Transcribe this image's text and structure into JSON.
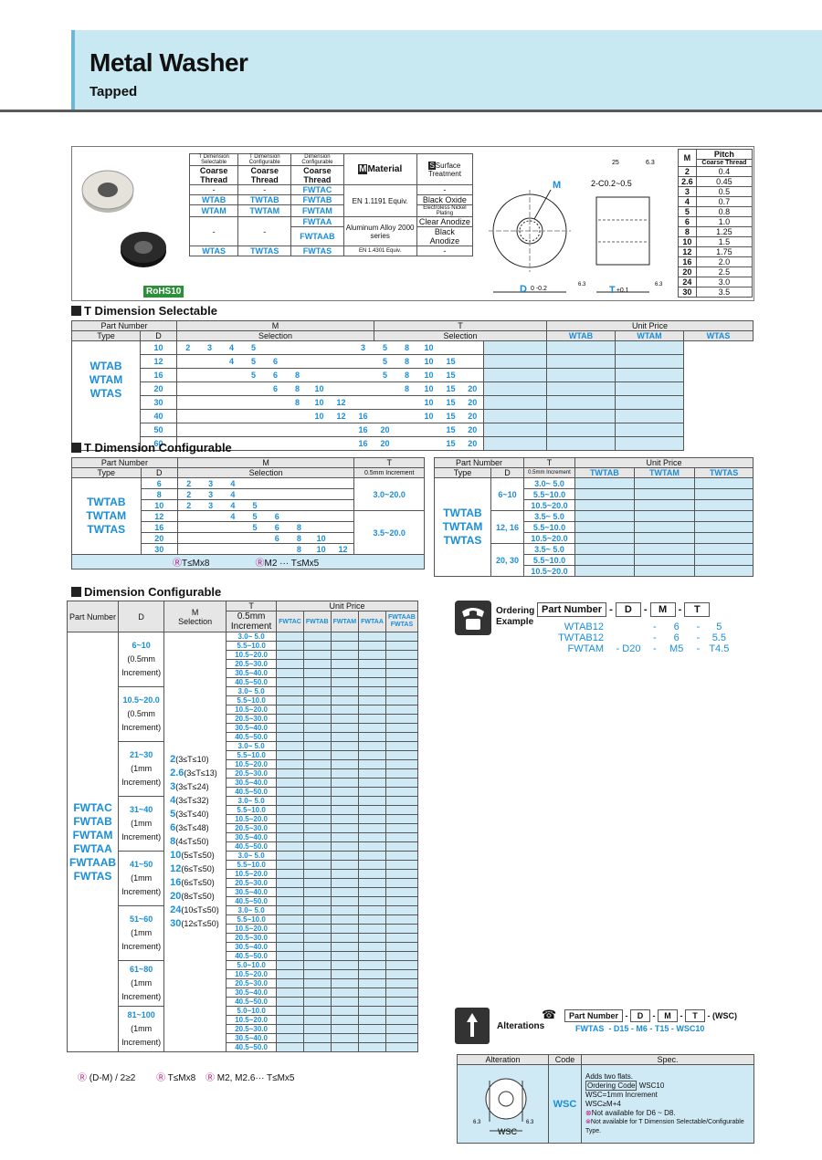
{
  "header": {
    "title": "Metal Washer",
    "subtitle": "Tapped"
  },
  "rohs": "RoHS10",
  "type_table": {
    "h1": [
      "T Dimension Selectable",
      "T Dimension Configurable",
      "Dimension Configurable"
    ],
    "h2": [
      "Coarse Thread",
      "Coarse Thread",
      "Coarse Thread"
    ],
    "m_label": "Material",
    "s_label": "Surface Treatment",
    "m_icon": "M",
    "s_icon": "S",
    "rows": [
      [
        "-",
        "-",
        "FWTAC",
        "EN 1.1191 Equiv.",
        "-"
      ],
      [
        "WTAB",
        "TWTAB",
        "FWTAB",
        "",
        "Black Oxide"
      ],
      [
        "WTAM",
        "TWTAM",
        "FWTAM",
        "",
        "Electroless Nickel Plating"
      ],
      [
        "-",
        "-",
        "FWTAA",
        "Aluminum Alloy 2000 series",
        "Clear Anodize"
      ],
      [
        "",
        "",
        "FWTAAB",
        "",
        "Black Anodize"
      ],
      [
        "WTAS",
        "TWTAS",
        "FWTAS",
        "EN 1.4301 Equiv.",
        "-"
      ]
    ]
  },
  "drawing": {
    "m": "M",
    "chamfer": "2-C0.2~0.5",
    "d": "D",
    "d_tol": "0 -0.2",
    "t": "T",
    "t_tol": "±0.1",
    "r1": "25",
    "r2": "6.3",
    "r3": "6.3",
    "r4": "6.3"
  },
  "pitch": {
    "h_m": "M",
    "h_pitch": "Pitch",
    "h_coarse": "Coarse Thread",
    "rows": [
      [
        "2",
        "0.4"
      ],
      [
        "2.6",
        "0.45"
      ],
      [
        "3",
        "0.5"
      ],
      [
        "4",
        "0.7"
      ],
      [
        "5",
        "0.8"
      ],
      [
        "6",
        "1.0"
      ],
      [
        "8",
        "1.25"
      ],
      [
        "10",
        "1.5"
      ],
      [
        "12",
        "1.75"
      ],
      [
        "16",
        "2.0"
      ],
      [
        "20",
        "2.5"
      ],
      [
        "24",
        "3.0"
      ],
      [
        "30",
        "3.5"
      ]
    ]
  },
  "sel": {
    "title": "T Dimension Selectable",
    "h_pn": "Part Number",
    "h_type": "Type",
    "h_d": "D",
    "h_m": "M",
    "h_msel": "Selection",
    "h_t": "T",
    "h_tsel": "Selection",
    "h_up": "Unit Price",
    "types": [
      "WTAB",
      "WTAM",
      "WTAS"
    ],
    "price_cols": [
      "WTAB",
      "WTAM",
      "WTAS"
    ],
    "rows": [
      [
        "10",
        "2",
        "3",
        "4",
        "5",
        "",
        "",
        "",
        "",
        "3",
        "5",
        "8",
        "10",
        "",
        ""
      ],
      [
        "12",
        "",
        "",
        "4",
        "5",
        "6",
        "",
        "",
        "",
        "",
        "5",
        "8",
        "10",
        "15",
        ""
      ],
      [
        "16",
        "",
        "",
        "",
        "5",
        "6",
        "8",
        "",
        "",
        "",
        "5",
        "8",
        "10",
        "15",
        ""
      ],
      [
        "20",
        "",
        "",
        "",
        "",
        "6",
        "8",
        "10",
        "",
        "",
        "",
        "8",
        "10",
        "15",
        "20"
      ],
      [
        "30",
        "",
        "",
        "",
        "",
        "",
        "8",
        "10",
        "12",
        "",
        "",
        "",
        "10",
        "15",
        "20"
      ],
      [
        "40",
        "",
        "",
        "",
        "",
        "",
        "",
        "10",
        "12",
        "16",
        "",
        "",
        "10",
        "15",
        "20"
      ],
      [
        "50",
        "",
        "",
        "",
        "",
        "",
        "",
        "",
        "",
        "16",
        "20",
        "",
        "",
        "15",
        "20"
      ],
      [
        "60",
        "",
        "",
        "",
        "",
        "",
        "",
        "",
        "",
        "16",
        "20",
        "",
        "",
        "15",
        "20"
      ]
    ]
  },
  "cfg": {
    "title": "T Dimension Configurable",
    "h_pn": "Part Number",
    "h_type": "Type",
    "h_d": "D",
    "h_m": "M",
    "h_msel": "Selection",
    "h_t": "T",
    "h_tinc": "0.5mm Increment",
    "types": [
      "TWTAB",
      "TWTAM",
      "TWTAS"
    ],
    "rows": [
      [
        "6",
        "2",
        "3",
        "4",
        "",
        "",
        ""
      ],
      [
        "8",
        "2",
        "3",
        "4",
        "",
        "",
        ""
      ],
      [
        "10",
        "2",
        "3",
        "4",
        "5",
        "",
        ""
      ],
      [
        "12",
        "",
        "",
        "4",
        "5",
        "6",
        ""
      ],
      [
        "16",
        "",
        "",
        "",
        "5",
        "6",
        "8"
      ],
      [
        "20",
        "",
        "",
        "",
        "",
        "6",
        "8",
        "10"
      ],
      [
        "30",
        "",
        "",
        "",
        "",
        "",
        "8",
        "10",
        "12"
      ]
    ],
    "t1": "3.0~20.0",
    "t2": "3.5~20.0",
    "note1": "T≤Mx8",
    "note2": "M2 ··· T≤Mx5",
    "price": {
      "h_pn": "Part Number",
      "h_type": "Type",
      "h_d": "D",
      "h_t": "T",
      "h_tinc": "0.5mm Increment",
      "h_up": "Unit Price",
      "cols": [
        "TWTAB",
        "TWTAM",
        "TWTAS"
      ],
      "types": [
        "TWTAB",
        "TWTAM",
        "TWTAS"
      ],
      "groups": [
        {
          "d": "6~10",
          "t": [
            "3.0~ 5.0",
            "5.5~10.0",
            "10.5~20.0"
          ]
        },
        {
          "d": "12, 16",
          "t": [
            "3.5~ 5.0",
            "5.5~10.0",
            "10.5~20.0"
          ]
        },
        {
          "d": "20, 30",
          "t": [
            "3.5~ 5.0",
            "5.5~10.0",
            "10.5~20.0"
          ]
        }
      ]
    }
  },
  "dim": {
    "title": "Dimension Configurable",
    "h_pn": "Part Number",
    "h_d": "D",
    "h_m": "M",
    "h_msel": "Selection",
    "h_t": "T",
    "h_tinc": "0.5mm Increment",
    "h_up": "Unit Price",
    "cols": [
      "FWTAC",
      "FWTAB",
      "FWTAM",
      "FWTAA",
      "FWTAAB FWTAS"
    ],
    "types": [
      "FWTAC",
      "FWTAB",
      "FWTAM",
      "FWTAA",
      "FWTAAB",
      "FWTAS"
    ],
    "m_list": [
      [
        "2",
        "(3≤T≤10)"
      ],
      [
        "2.6",
        "(3≤T≤13)"
      ],
      [
        "3",
        "(3≤T≤24)"
      ],
      [
        "4",
        "(3≤T≤32)"
      ],
      [
        "5",
        "(3≤T≤40)"
      ],
      [
        "6",
        "(3≤T≤48)"
      ],
      [
        "8",
        "(4≤T≤50)"
      ],
      [
        "10",
        "(5≤T≤50)"
      ],
      [
        "12",
        "(6≤T≤50)"
      ],
      [
        "16",
        "(6≤T≤50)"
      ],
      [
        "20",
        "(8≤T≤50)"
      ],
      [
        "24",
        "(10≤T≤50)"
      ],
      [
        "30",
        "(12≤T≤50)"
      ]
    ],
    "groups": [
      {
        "d": "6~10",
        "inc": "(0.5mm Increment)",
        "t": [
          "3.0~ 5.0",
          "5.5~10.0",
          "10.5~20.0",
          "20.5~30.0",
          "30.5~40.0",
          "40.5~50.0"
        ]
      },
      {
        "d": "10.5~20.0",
        "inc": "(0.5mm Increment)",
        "t": [
          "3.0~ 5.0",
          "5.5~10.0",
          "10.5~20.0",
          "20.5~30.0",
          "30.5~40.0",
          "40.5~50.0"
        ]
      },
      {
        "d": "21~30",
        "inc": "(1mm Increment)",
        "t": [
          "3.0~ 5.0",
          "5.5~10.0",
          "10.5~20.0",
          "20.5~30.0",
          "30.5~40.0",
          "40.5~50.0"
        ]
      },
      {
        "d": "31~40",
        "inc": "(1mm Increment)",
        "t": [
          "3.0~ 5.0",
          "5.5~10.0",
          "10.5~20.0",
          "20.5~30.0",
          "30.5~40.0",
          "40.5~50.0"
        ]
      },
      {
        "d": "41~50",
        "inc": "(1mm Increment)",
        "t": [
          "3.0~ 5.0",
          "5.5~10.0",
          "10.5~20.0",
          "20.5~30.0",
          "30.5~40.0",
          "40.5~50.0"
        ]
      },
      {
        "d": "51~60",
        "inc": "(1mm Increment)",
        "t": [
          "3.0~ 5.0",
          "5.5~10.0",
          "10.5~20.0",
          "20.5~30.0",
          "30.5~40.0",
          "40.5~50.0"
        ]
      },
      {
        "d": "61~80",
        "inc": "(1mm Increment)",
        "t": [
          "5.0~10.0",
          "10.5~20.0",
          "20.5~30.0",
          "30.5~40.0",
          "40.5~50.0"
        ]
      },
      {
        "d": "81~100",
        "inc": "(1mm Increment)",
        "t": [
          "5.0~10.0",
          "10.5~20.0",
          "20.5~30.0",
          "30.5~40.0",
          "40.5~50.0"
        ]
      }
    ],
    "note1": "(D-M) / 2≥2",
    "note2": "T≤Mx8",
    "note3": "M2, M2.6··· T≤Mx5"
  },
  "ordering": {
    "label": "Ordering Example",
    "h": [
      "Part Number",
      "D",
      "M",
      "T"
    ],
    "rows": [
      [
        "WTAB12",
        "",
        "6",
        "5"
      ],
      [
        "TWTAB12",
        "",
        "6",
        "5.5"
      ],
      [
        "FWTAM",
        "D20",
        "M5",
        "T4.5"
      ]
    ]
  },
  "alter": {
    "label": "Alterations",
    "h": [
      "Part Number",
      "D",
      "M",
      "T",
      "(WSC)"
    ],
    "ex": [
      "FWTAS",
      "D15",
      "M6",
      "T15",
      "WSC10"
    ],
    "t_alt": "Alteration",
    "t_code": "Code",
    "t_spec": "Spec.",
    "code": "WSC",
    "wsc": "WSC",
    "r": "6.3",
    "spec": [
      "Adds two flats.",
      "WSC10",
      "WSC=1mm Increment",
      "WSC≥M+4",
      "Not available for D6 ~ D8.",
      "Not available for T Dimension Selectable/Configurable Type."
    ],
    "oc": "Ordering Code"
  }
}
